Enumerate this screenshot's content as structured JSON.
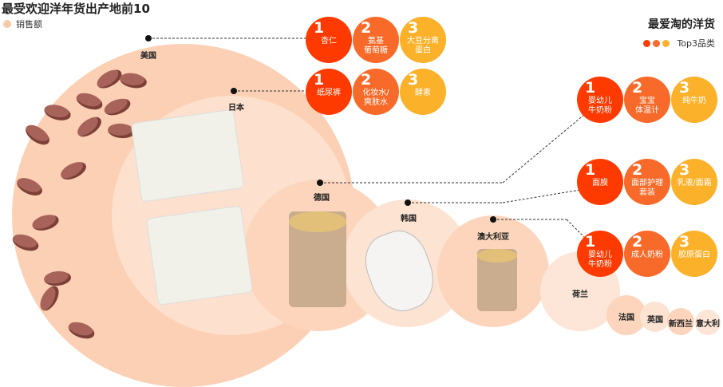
{
  "title": "最受欢迎洋年货出产地前10",
  "legend_label": "销售额",
  "right_title": "最爱淘的洋货",
  "right_legend_label": "Top3品类",
  "colors": {
    "rank1": "#ff3a00",
    "rank2": "#f86a2a",
    "rank3": "#fbb12a",
    "bubble": "#fcc9a9"
  },
  "countries": [
    "美国",
    "日本",
    "德国",
    "韩国",
    "澳大利亚",
    "荷兰",
    "法国",
    "英国",
    "新西兰",
    "意大利"
  ],
  "top3": {
    "usa": [
      {
        "rank": "1",
        "item": "杏仁"
      },
      {
        "rank": "2",
        "item": "氨基\n葡萄糖"
      },
      {
        "rank": "3",
        "item": "大豆分离\n蛋白"
      }
    ],
    "japan": [
      {
        "rank": "1",
        "item": "纸尿裤"
      },
      {
        "rank": "2",
        "item": "化妆水/\n爽肤水"
      },
      {
        "rank": "3",
        "item": "酵素"
      }
    ],
    "germany": [
      {
        "rank": "1",
        "item": "婴幼儿\n牛奶粉"
      },
      {
        "rank": "2",
        "item": "宝宝\n体温计"
      },
      {
        "rank": "3",
        "item": "纯牛奶"
      }
    ],
    "korea": [
      {
        "rank": "1",
        "item": "面膜"
      },
      {
        "rank": "2",
        "item": "面部护理\n套装"
      },
      {
        "rank": "3",
        "item": "乳液/面霜"
      }
    ],
    "australia": [
      {
        "rank": "1",
        "item": "婴幼儿\n牛奶粉"
      },
      {
        "rank": "2",
        "item": "成人奶粉"
      },
      {
        "rank": "3",
        "item": "胶原蛋白"
      }
    ]
  }
}
